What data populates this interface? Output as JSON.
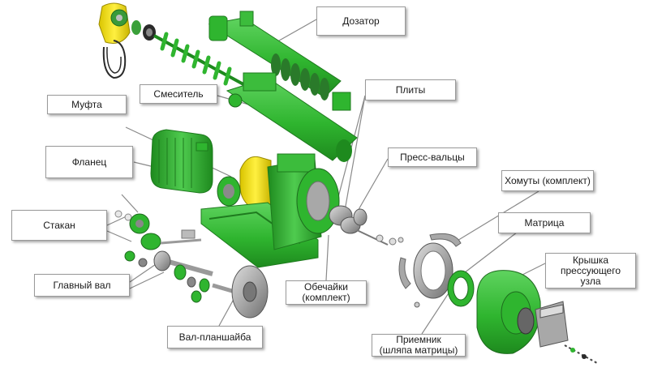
{
  "labels": {
    "dozator": "Дозатор",
    "mufta": "Муфта",
    "smesitel": "Смеситель",
    "plity": "Плиты",
    "flanets": "Фланец",
    "press_valtsy": "Пресс-вальцы",
    "khomuty": "Хомуты (комплект)",
    "stakan": "Стакан",
    "matritsa": "Матрица",
    "kryshka": "Крышка\nпрессующего\nузла",
    "glavny_val": "Главный вал",
    "obechayki": "Обечайки\n(комплект)",
    "val_planshaiba": "Вал-планшайба",
    "priemnik": "Приемник\n(шляпа матрицы)"
  },
  "colors": {
    "machine_green": "#2fb52f",
    "dark_green": "#1e8a1e",
    "light_green": "#5fd35f",
    "yellow_part": "#f0e020",
    "metal_grey": "#a8a8a8",
    "dark_grey": "#6e6e6e",
    "leader_line": "#8a8a8a"
  }
}
